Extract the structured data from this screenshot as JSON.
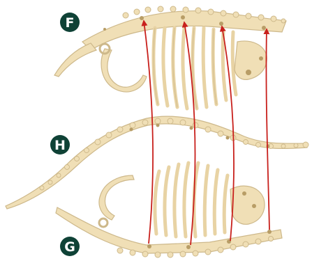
{
  "labels": {
    "top": "F",
    "middle": "H",
    "bottom": "G"
  },
  "colors": {
    "bone_fill": "#f0dfb6",
    "bone_stroke": "#cdb88a",
    "bone_shadow": "#b89d66",
    "arrow": "#c8201c",
    "badge_fill": "#0f4236",
    "badge_text": "#ffffff",
    "background": "#ffffff"
  }
}
